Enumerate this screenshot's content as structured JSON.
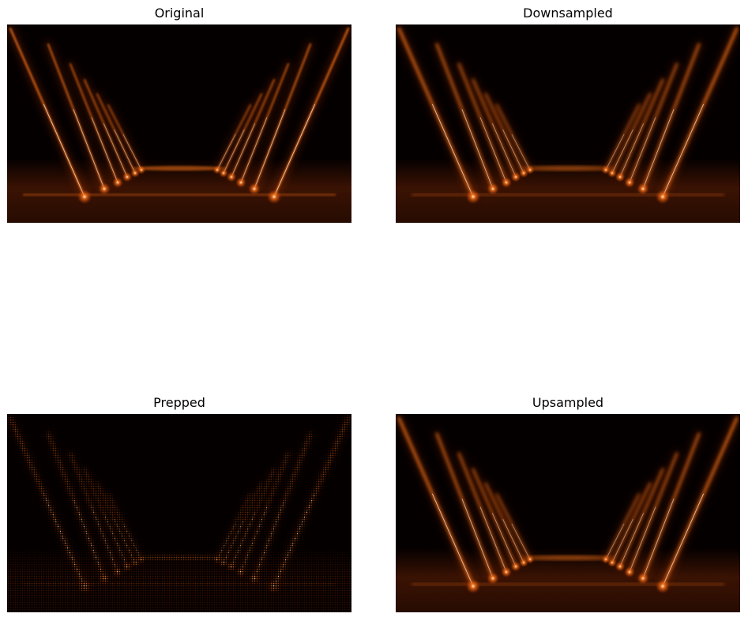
{
  "figure": {
    "background_color": "#ffffff",
    "scene_colors": {
      "dark": "#050000",
      "glow": "#c2410c",
      "beam": "#f97316",
      "hot": "#fff1e0"
    },
    "panels": [
      {
        "title": "Original",
        "style": "sharp"
      },
      {
        "title": "Downsampled",
        "style": "soft"
      },
      {
        "title": "Prepped",
        "style": "dotted"
      },
      {
        "title": "Upsampled",
        "style": "soft"
      }
    ]
  }
}
